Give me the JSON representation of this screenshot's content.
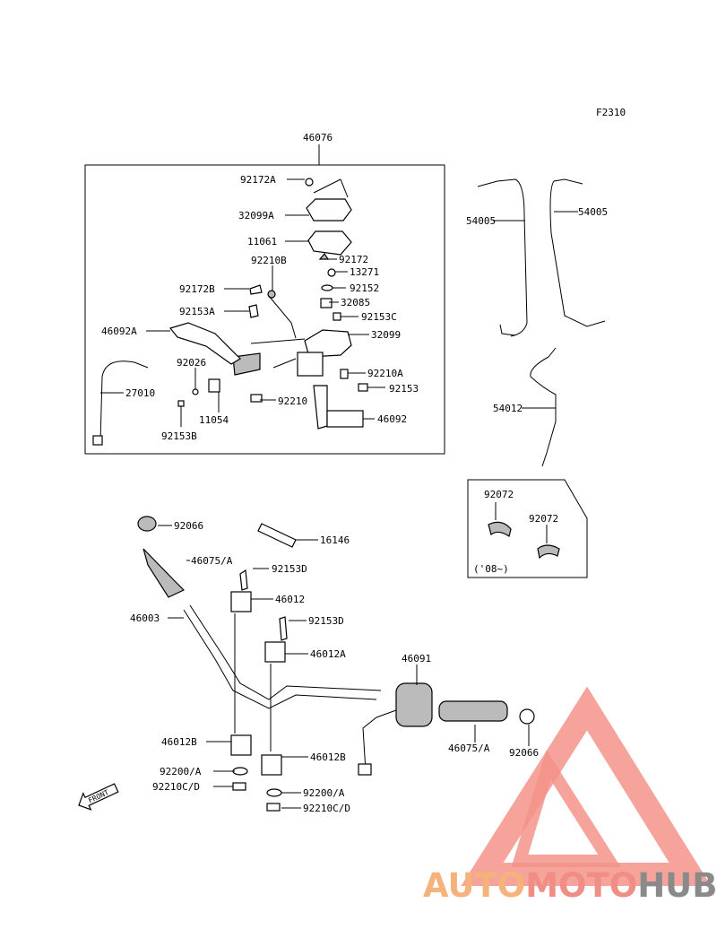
{
  "figure_code": "F2310",
  "assembly_number": "46076",
  "front_label": "FRONT",
  "watermark": {
    "part1": "AUTO",
    "part2": "MOTO",
    "part3": "HUB",
    "color1": "#f5b27a",
    "color2": "#f08d84",
    "color3": "#8a8a8a"
  },
  "detail_note": "('08~)",
  "labels": {
    "l92172A": "92172A",
    "l32099A": "32099A",
    "l11061": "11061",
    "l92210B": "92210B",
    "l92172": "92172",
    "l13271": "13271",
    "l92172B": "92172B",
    "l92152": "92152",
    "l32085": "32085",
    "l92153A": "92153A",
    "l92153C": "92153C",
    "l46092A": "46092A",
    "l32099": "32099",
    "l92026": "92026",
    "l92210A": "92210A",
    "l27010": "27010",
    "l92153": "92153",
    "l11054": "11054",
    "l92210": "92210",
    "l46092": "46092",
    "l92153B": "92153B",
    "l54005L": "54005",
    "l54005R": "54005",
    "l54012": "54012",
    "l92072a": "92072",
    "l92072b": "92072",
    "l92066a": "92066",
    "l16146": "16146",
    "l46075A_a": "46075/A",
    "l92153D_a": "92153D",
    "l46012": "46012",
    "l46003": "46003",
    "l92153D_b": "92153D",
    "l46012A": "46012A",
    "l46091": "46091",
    "l46012B_a": "46012B",
    "l46012B_b": "46012B",
    "l46075A_b": "46075/A",
    "l92066b": "92066",
    "l92200A_a": "92200/A",
    "l92210CD_a": "92210C/D",
    "l92200A_b": "92200/A",
    "l92210CD_b": "92210C/D"
  }
}
